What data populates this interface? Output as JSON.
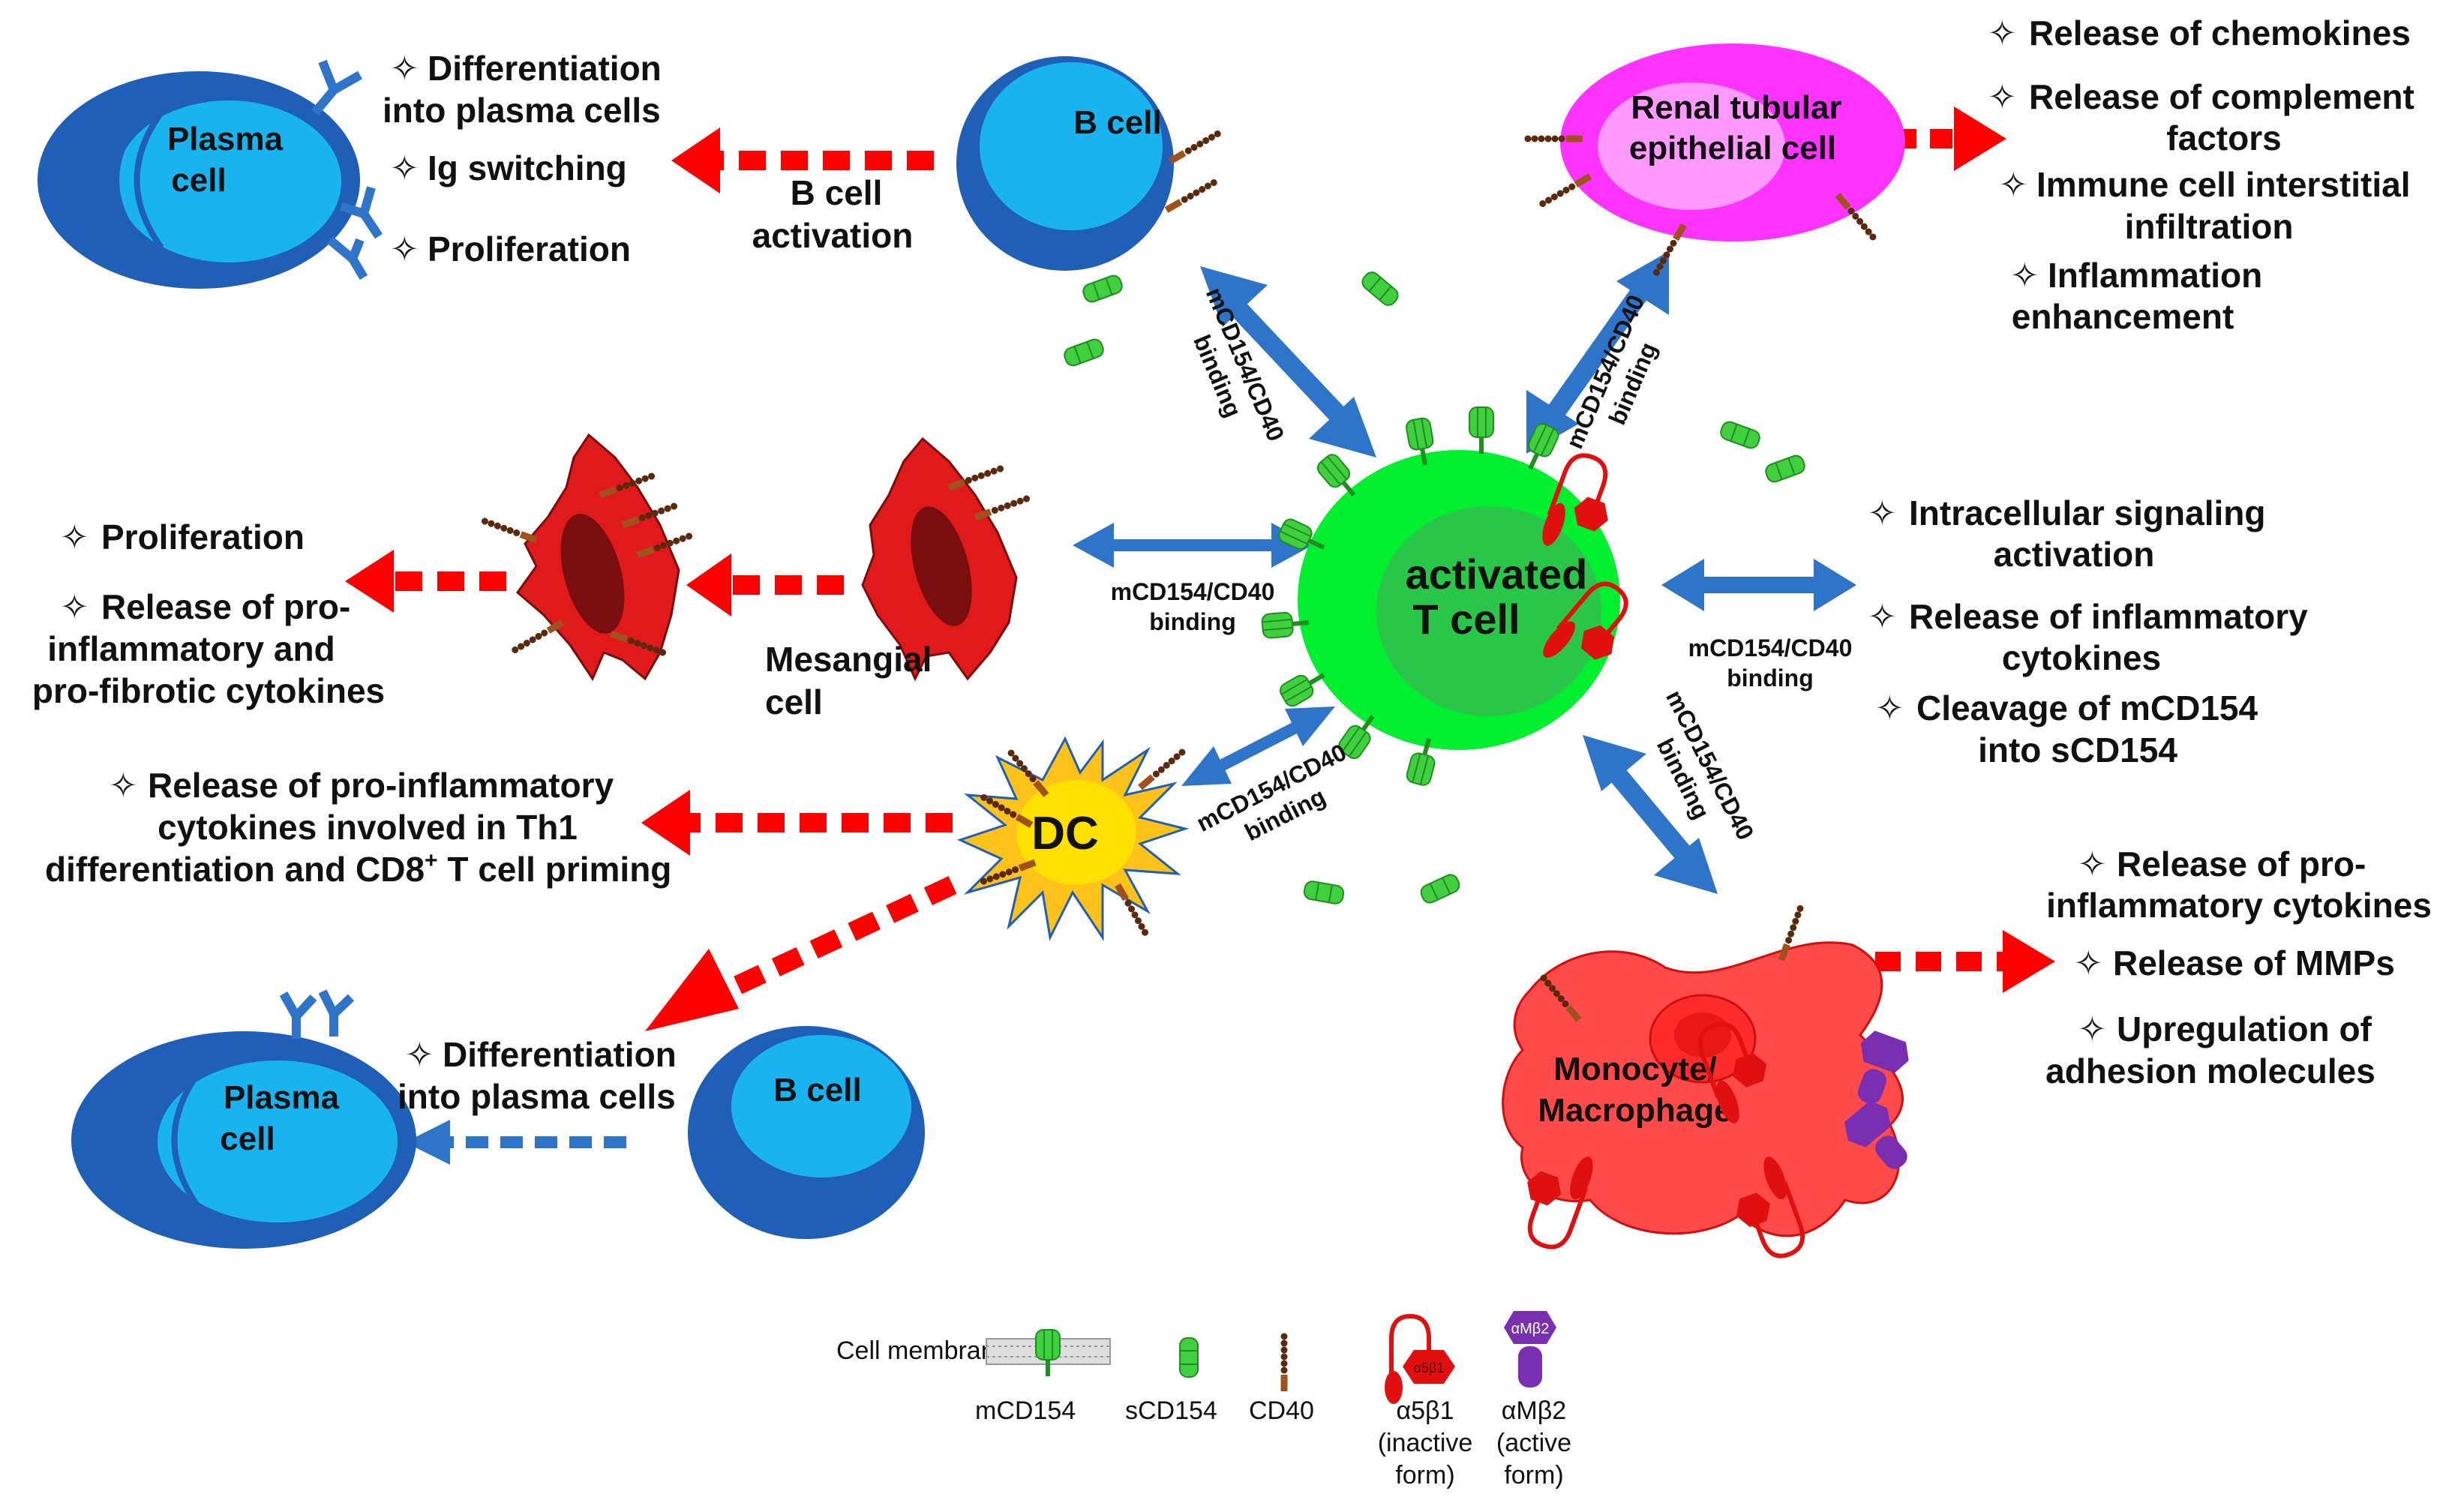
{
  "colors": {
    "green": "#3fcf3f",
    "red_arrow": "#ff0000",
    "blue_arrow": "#2e75c9",
    "cell_dark_blue": "#1f5fb8",
    "cell_light_blue": "#19b4f0",
    "mesangial_red": "#e0191b",
    "dc_yellow": "#ffc21a",
    "renal_pink": "#ff33ff",
    "macrophage_red": "#ff4a4a",
    "purple": "#7a2fb0"
  },
  "cells": {
    "tcell": {
      "line1": "activated",
      "line2": "T cell"
    },
    "bcell_top": "B cell",
    "bcell_bottom": "B cell",
    "plasma_top": {
      "line1": "Plasma",
      "line2": "cell"
    },
    "plasma_bottom": {
      "line1": "Plasma",
      "line2": "cell"
    },
    "renal": {
      "line1": "Renal tubular",
      "line2": "epithelial cell"
    },
    "mesangial": {
      "line1": "Mesangial",
      "line2": "cell"
    },
    "dc": "DC",
    "macrophage": {
      "line1": "Monocyte/",
      "line2": "Macrophage"
    }
  },
  "arrow_labels": {
    "bcell_activation": {
      "line1": "B cell",
      "line2": "activation"
    },
    "binding_line1": "mCD154/CD40",
    "binding_line2": "binding"
  },
  "outcomes": {
    "plasma_top": [
      [
        "Differentiation",
        "into plasma cells"
      ],
      [
        "Ig switching"
      ],
      [
        "Proliferation"
      ]
    ],
    "renal": [
      [
        "Release of chemokines"
      ],
      [
        "Release of complement",
        "factors"
      ],
      [
        "Immune cell interstitial",
        "infiltration"
      ],
      [
        "Inflammation",
        "enhancement"
      ]
    ],
    "mesangial": [
      [
        "Proliferation"
      ],
      [
        "Release of pro-",
        "inflammatory and",
        "pro-fibrotic cytokines"
      ]
    ],
    "right": [
      [
        "Intracellular signaling",
        "activation"
      ],
      [
        "Release of inflammatory",
        "cytokines"
      ],
      [
        "Cleavage of mCD154",
        "into sCD154"
      ]
    ],
    "dc": {
      "line1": "Release of pro-inflammatory",
      "line2": "cytokines involved in Th1",
      "line3_a": "differentiation and CD8",
      "line3_sup": "+",
      "line3_b": " T cell priming"
    },
    "plasma_bottom": [
      "Differentiation",
      "into plasma cells"
    ],
    "macrophage": [
      [
        "Release of pro-",
        "inflammatory cytokines"
      ],
      [
        "Release of MMPs"
      ],
      [
        "Upregulation of",
        "adhesion molecules"
      ]
    ]
  },
  "bullet_symbol": "✧",
  "legend": {
    "cell_membrane": "Cell membrane",
    "mcd154": "mCD154",
    "scd154": "sCD154",
    "cd40": "CD40",
    "a5b1": {
      "line1": "α5β1",
      "line2": "(inactive",
      "line3": "form)",
      "icon_text": "α5β1"
    },
    "amb2": {
      "line1": "αMβ2",
      "line2": "(active",
      "line3": "form)",
      "icon_text": "αMβ2"
    }
  }
}
